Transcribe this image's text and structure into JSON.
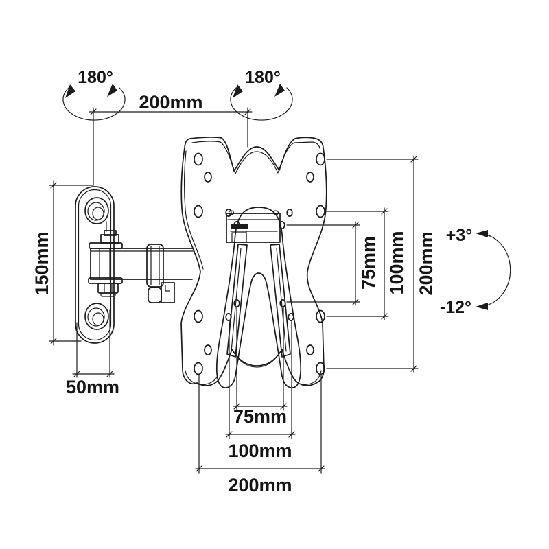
{
  "drawing": {
    "type": "technical-line-drawing",
    "subject": "articulating TV wall mount bracket",
    "colors": {
      "line": "#1b1b1b",
      "background": "#ffffff"
    },
    "dimensions": {
      "top_arm_reach": "200mm",
      "wall_plate_height": "150mm",
      "wall_plate_width": "50mm",
      "swivel_left": "180°",
      "swivel_right": "180°",
      "tilt_up": "+3°",
      "tilt_down": "-12°",
      "vesa_height_75": "75mm",
      "vesa_height_100": "100mm",
      "vesa_height_200": "200mm",
      "vesa_width_75": "75mm",
      "vesa_width_100": "100mm",
      "vesa_width_200": "200mm"
    }
  }
}
